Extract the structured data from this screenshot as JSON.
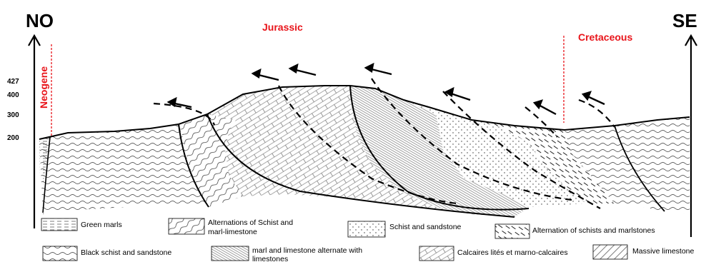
{
  "directions": {
    "left": "NO",
    "right": "SE"
  },
  "periods": {
    "neogene": "Neogene",
    "jurassic": "Jurassic",
    "cretaceous": "Cretaceous",
    "color": "#e8141a"
  },
  "elevation_ticks": [
    "427",
    "400",
    "300",
    "200"
  ],
  "legend": [
    {
      "label": "Green marls",
      "pattern": "green-marls"
    },
    {
      "label_line1": "Alternations of Schist and",
      "label_line2": "marl-limestone",
      "pattern": "schist-marl"
    },
    {
      "label": "Schist and sandstone",
      "pattern": "schist-sand"
    },
    {
      "label": "Alternation of schists and marlstones",
      "pattern": "schist-marlstone"
    },
    {
      "label": "Black schist and sandstone",
      "pattern": "black-schist"
    },
    {
      "label_line1": "marl and limestone alternate with",
      "label_line2": "limestones",
      "pattern": "marl-limestone"
    },
    {
      "label": "Calcaires lités et marno-calcaires",
      "pattern": "calcaires"
    },
    {
      "label": "Massive limestone",
      "pattern": "massive"
    }
  ]
}
